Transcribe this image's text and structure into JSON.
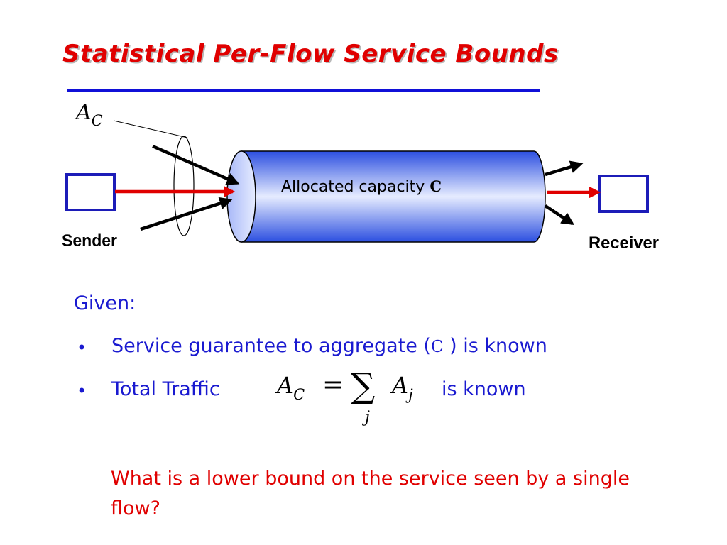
{
  "slide": {
    "title": "Statistical Per-Flow Service Bounds"
  },
  "diagram": {
    "ac_label_main": "A",
    "ac_label_sub": "C",
    "pipe_label": "Allocated capacity ",
    "pipe_label_symbol": "C",
    "sender_label": "Sender",
    "receiver_label": "Receiver"
  },
  "body": {
    "given_label": "Given:",
    "bullet_marker": "•",
    "bullet1_text_a": "Service guarantee to aggregate (",
    "bullet1_symbol": "C",
    "bullet1_text_b": " ) is known",
    "bullet2_text_a": "Total Traffic",
    "formula_lhs_main": "A",
    "formula_lhs_sub": "C",
    "formula_equals": "=",
    "formula_sum": "∑",
    "formula_sum_index": "j",
    "formula_rhs_main": "A",
    "formula_rhs_sub": "j",
    "bullet2_text_b": "is known",
    "question": "What is a lower bound on the service seen by a single flow?"
  },
  "colors": {
    "title": "#e00000",
    "rule": "#1010d8",
    "body_text": "#1a1ad0",
    "question_text": "#e00000",
    "flow_arrow_red": "#e00000",
    "flow_arrow_black": "#000000",
    "pipe_dark": "#2c4fe0",
    "pipe_light": "#e6ecff",
    "box_border": "#1c1cb8"
  }
}
